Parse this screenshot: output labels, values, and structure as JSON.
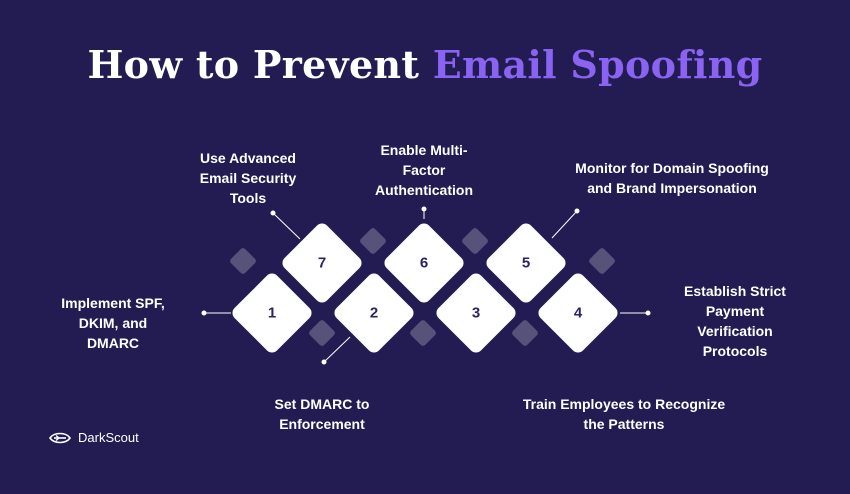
{
  "title": {
    "main": "How to Prevent",
    "accent": "Email Spoofing"
  },
  "steps": [
    {
      "num": "1",
      "label": "Implement SPF, DKIM, and DMARC"
    },
    {
      "num": "2",
      "label": "Set DMARC to Enforcement"
    },
    {
      "num": "3",
      "label": "Train Employees to Recognize the Patterns"
    },
    {
      "num": "4",
      "label": "Establish Strict Payment Verification Protocols"
    },
    {
      "num": "5",
      "label": "Monitor for Domain Spoofing and Brand Impersonation"
    },
    {
      "num": "6",
      "label": "Enable Multi-Factor Authentication"
    },
    {
      "num": "7",
      "label": "Use Advanced Email Security Tools"
    }
  ],
  "brand": {
    "name": "DarkScout",
    "icon": "darkscout-logo-icon"
  },
  "colors": {
    "background": "#221c52",
    "accent": "#8b63f2",
    "diamond": "#ffffff",
    "small_diamond": "#57527a",
    "number": "#2a2460"
  }
}
